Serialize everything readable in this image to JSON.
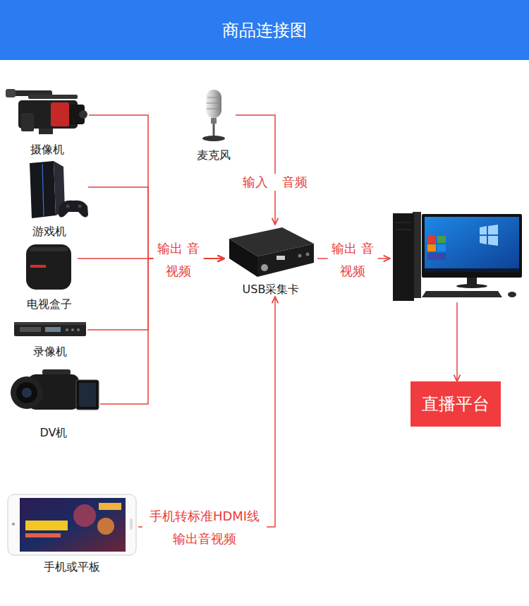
{
  "diagram": {
    "title": "商品连接图",
    "nodes": [
      {
        "text": [
          "摄像机"
        ]
      },
      {
        "text": [
          "游戏机"
        ]
      },
      {
        "text": [
          "电视盒子"
        ]
      },
      {
        "text": [
          "录像机"
        ]
      },
      {
        "text": [
          "DV机"
        ]
      },
      {
        "text": [
          "麦克风"
        ]
      },
      {
        "text": [
          "USB采集卡"
        ]
      },
      {
        "text": []
      },
      {
        "text": [
          "直播平台"
        ]
      },
      {
        "text": [
          "手机或平板"
        ]
      }
    ],
    "edges": [
      {
        "from": 0,
        "to": 6,
        "arrow": "to"
      },
      {
        "from": 1,
        "to": 6,
        "arrow": "to"
      },
      {
        "from": 2,
        "to": 6,
        "label": "输出 音视频",
        "arrow": "to"
      },
      {
        "from": 3,
        "to": 6,
        "arrow": "to"
      },
      {
        "from": 4,
        "to": 6,
        "arrow": "to"
      },
      {
        "from": 5,
        "to": 6,
        "label": "输入 音频",
        "arrow": "to"
      },
      {
        "from": 9,
        "to": 6,
        "label": "手机转标准HDMI线 输出音视频",
        "arrow": "to"
      },
      {
        "from": 6,
        "to": 7,
        "label": "输出 音视频",
        "arrow": "to"
      },
      {
        "from": 7,
        "to": 8,
        "arrow": "to"
      }
    ]
  }
}
